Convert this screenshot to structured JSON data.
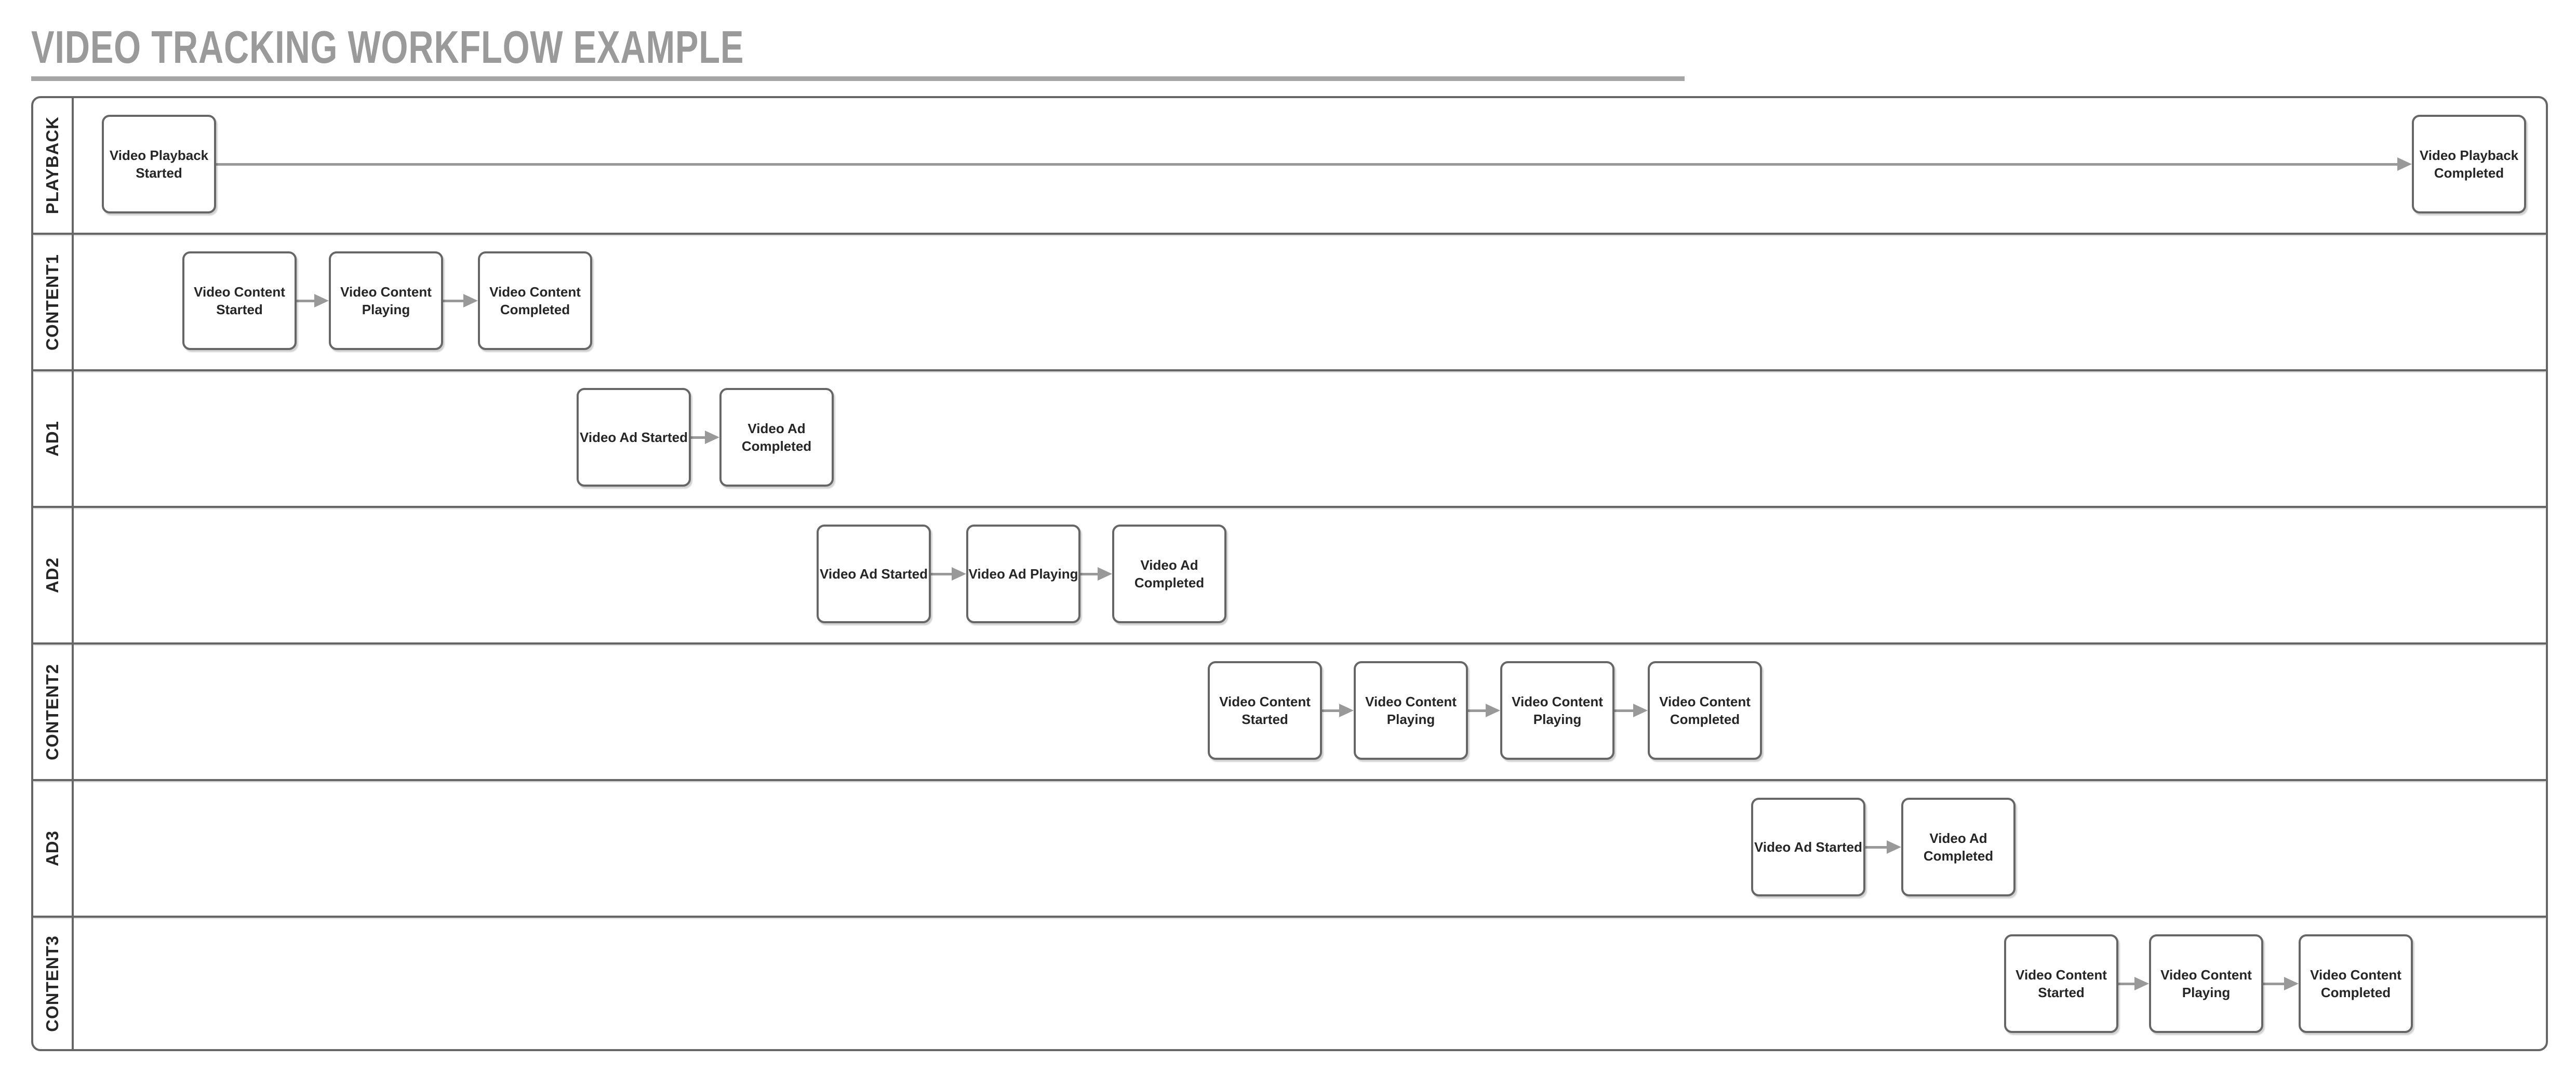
{
  "title": "VIDEO TRACKING WORKFLOW EXAMPLE",
  "colors": {
    "title_text": "#9a9a9a",
    "rule": "#a6a6a6",
    "lane_border": "#666666",
    "node_border": "#666666",
    "node_fill": "#ffffff",
    "node_text": "#262626",
    "arrow": "#999999",
    "background": "#ffffff"
  },
  "lanes": [
    {
      "label": "PLAYBACK",
      "nodes": [
        {
          "label": "Video Playback Started"
        },
        {
          "label": "Video Playback Completed"
        }
      ]
    },
    {
      "label": "CONTENT1",
      "nodes": [
        {
          "label": "Video Content Started"
        },
        {
          "label": "Video Content Playing"
        },
        {
          "label": "Video Content Completed"
        }
      ]
    },
    {
      "label": "AD1",
      "nodes": [
        {
          "label": "Video Ad Started"
        },
        {
          "label": "Video Ad Completed"
        }
      ]
    },
    {
      "label": "AD2",
      "nodes": [
        {
          "label": "Video Ad Started"
        },
        {
          "label": "Video Ad Playing"
        },
        {
          "label": "Video Ad Completed"
        }
      ]
    },
    {
      "label": "CONTENT2",
      "nodes": [
        {
          "label": "Video Content Started"
        },
        {
          "label": "Video Content Playing"
        },
        {
          "label": "Video Content Playing"
        },
        {
          "label": "Video Content Completed"
        }
      ]
    },
    {
      "label": "AD3",
      "nodes": [
        {
          "label": "Video Ad Started"
        },
        {
          "label": "Video Ad Completed"
        }
      ]
    },
    {
      "label": "CONTENT3",
      "nodes": [
        {
          "label": "Video Content Started"
        },
        {
          "label": "Video Content Playing"
        },
        {
          "label": "Video Content Completed"
        }
      ]
    }
  ]
}
